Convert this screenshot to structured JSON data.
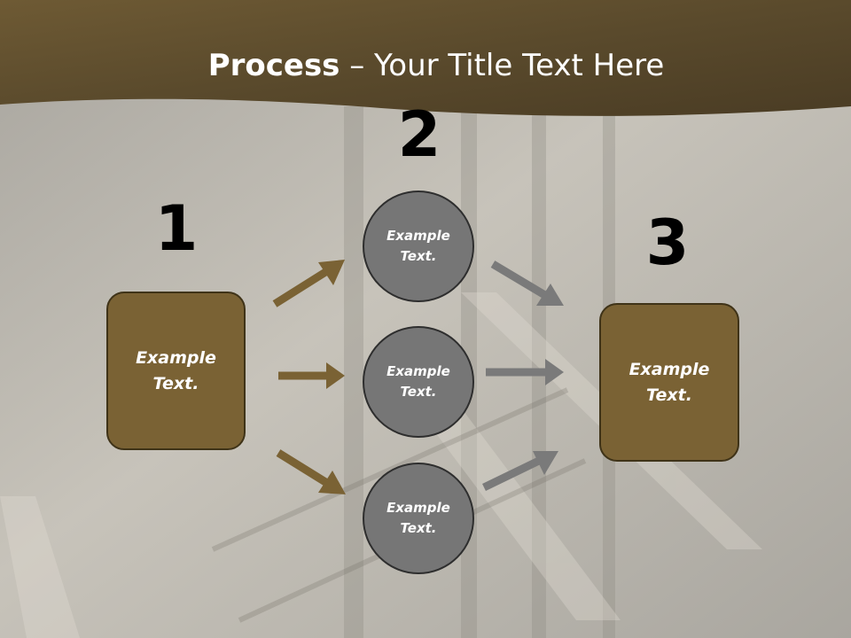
{
  "slide": {
    "title_bold": "Process",
    "title_rest": " – Your Title Text Here",
    "steps": [
      "1",
      "2",
      "3"
    ],
    "left_box": "Example\nText.",
    "right_box": "Example\nText.",
    "circles": [
      "Example\nText.",
      "Example\nText.",
      "Example\nText."
    ]
  },
  "colors": {
    "header_brown": "#7a6234",
    "box_fill": "#7a6234",
    "brown_arrow": "#7a6234",
    "gray_arrow": "#7a7a7a",
    "circle_fill": "#767676"
  }
}
